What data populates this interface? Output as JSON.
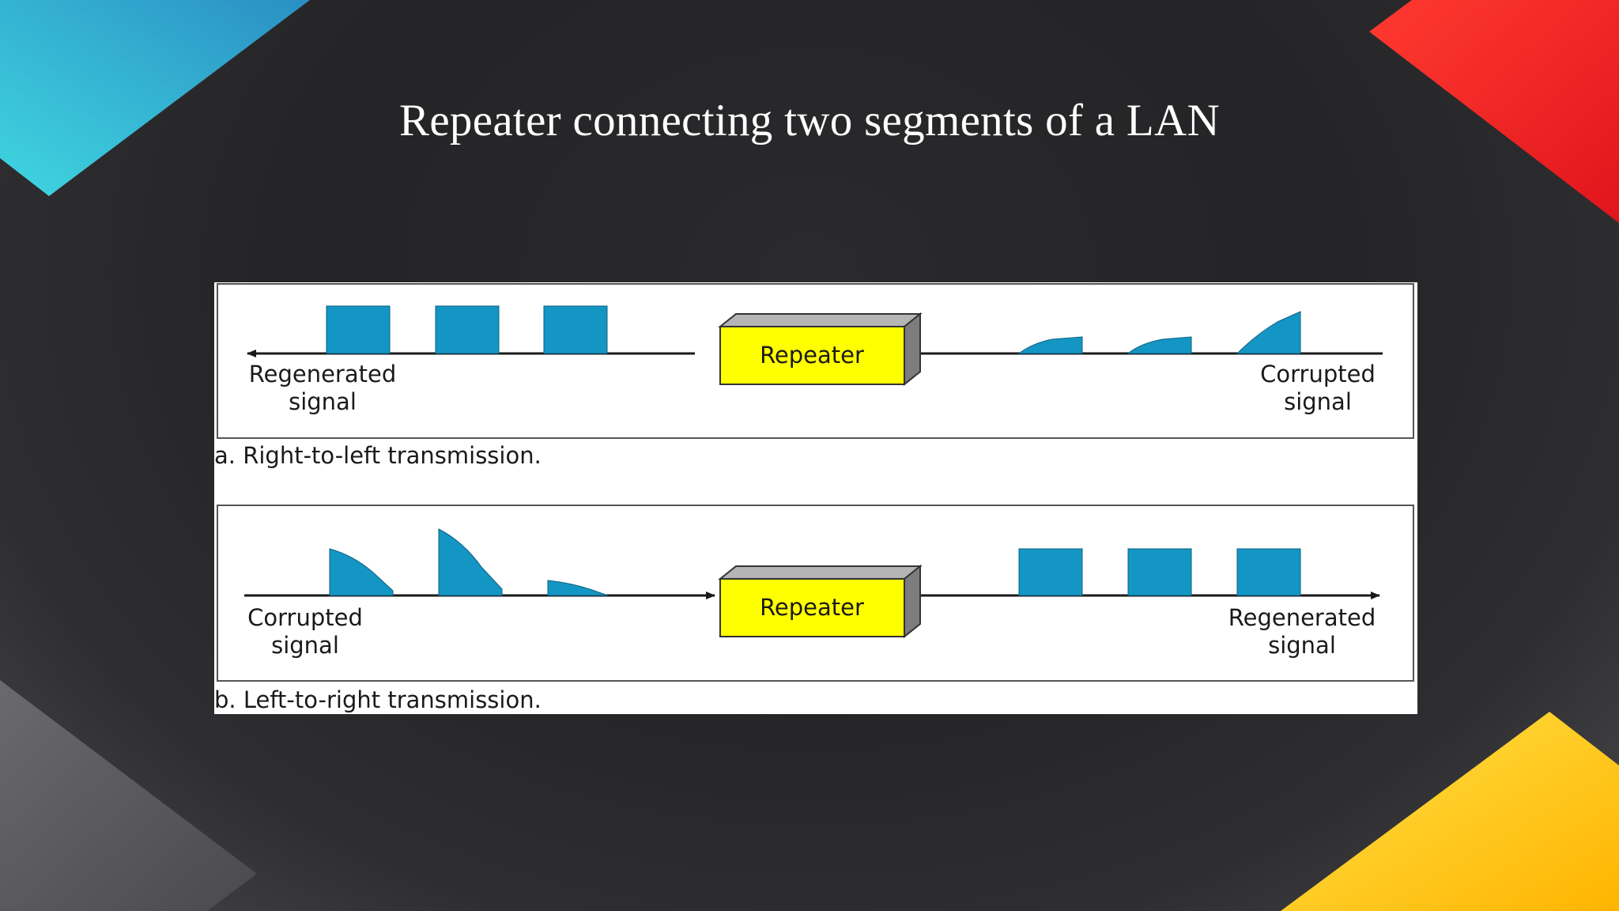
{
  "slide": {
    "title": "Repeater connecting two segments of a LAN"
  },
  "colors": {
    "pulse": "#1496c4",
    "repeater_front": "#ffff00",
    "repeater_top": "#b5b5b5",
    "repeater_side": "#7d7d7d",
    "corner_top_left": "#2fc6dc",
    "corner_top_right": "#ff2b2b",
    "corner_bottom_right": "#ffd21f",
    "corner_bottom_left": "#5a5a5c"
  },
  "diagram": {
    "panel_a": {
      "repeater_label": "Repeater",
      "left_label_line1": "Regenerated",
      "left_label_line2": "signal",
      "right_label_line1": "Corrupted",
      "right_label_line2": "signal",
      "caption": "a. Right-to-left transmission."
    },
    "panel_b": {
      "repeater_label": "Repeater",
      "left_label_line1": "Corrupted",
      "left_label_line2": "signal",
      "right_label_line1": "Regenerated",
      "right_label_line2": "signal",
      "caption": "b. Left-to-right transmission."
    }
  }
}
